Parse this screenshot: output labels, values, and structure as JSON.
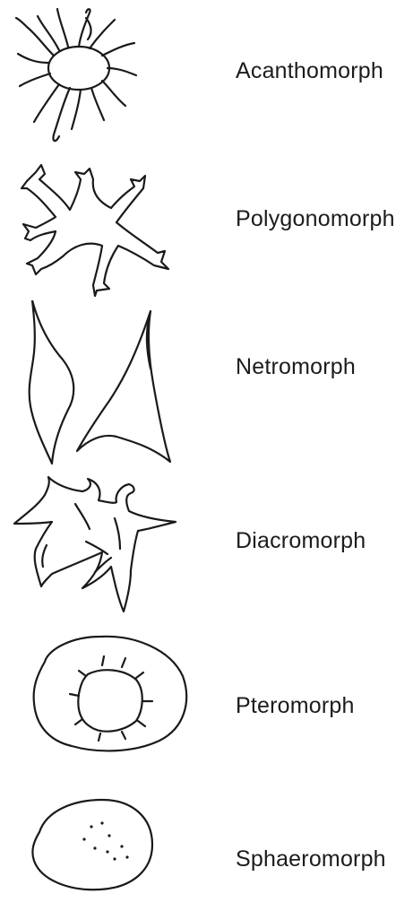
{
  "morphotypes": [
    {
      "label": "Acanthomorph",
      "icon": "acanthomorph-sketch"
    },
    {
      "label": "Polygonomorph",
      "icon": "polygonomorph-sketch"
    },
    {
      "label": "Netromorph",
      "icon": "netromorph-sketch"
    },
    {
      "label": "Diacromorph",
      "icon": "diacromorph-sketch"
    },
    {
      "label": "Pteromorph",
      "icon": "pteromorph-sketch"
    },
    {
      "label": "Sphaeromorph",
      "icon": "sphaeromorph-sketch"
    }
  ],
  "colors": {
    "ink": "#1a1a1a",
    "background": "#ffffff"
  }
}
